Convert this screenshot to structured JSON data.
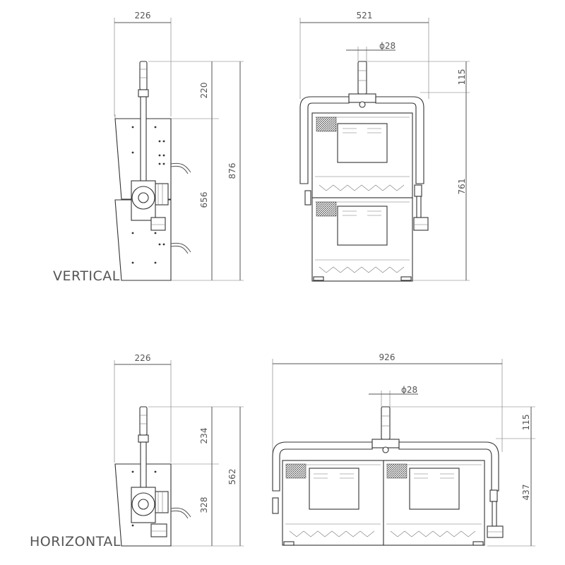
{
  "views": {
    "vertical": {
      "label": "VERTICAL",
      "side": {
        "width": "226",
        "top": "220",
        "body": "656",
        "total": "876"
      },
      "front": {
        "width": "521",
        "diameter": "ϕ28",
        "top": "115",
        "height": "761"
      }
    },
    "horizontal": {
      "label": "HORIZONTAL",
      "side": {
        "width": "226",
        "top": "234",
        "body": "328",
        "total": "562"
      },
      "front": {
        "width": "926",
        "diameter": "ϕ28",
        "top": "115",
        "height": "437"
      }
    }
  }
}
